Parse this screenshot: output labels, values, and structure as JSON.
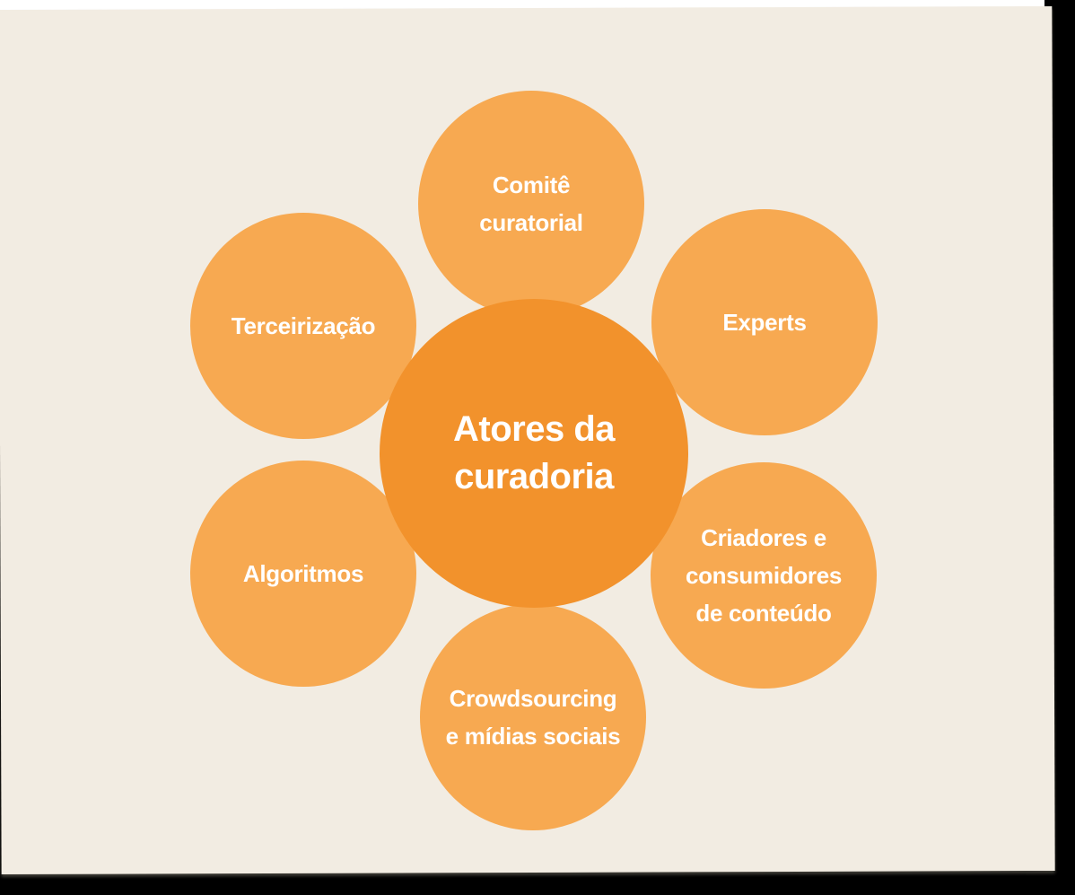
{
  "diagram": {
    "center": {
      "label": "Atores da\ncuradoria"
    },
    "satellites": [
      {
        "id": "comite",
        "label": "Comitê\ncuratorial"
      },
      {
        "id": "experts",
        "label": "Experts"
      },
      {
        "id": "criadores",
        "label": "Criadores e\nconsumidores\nde conteúdo"
      },
      {
        "id": "crowdsourcing",
        "label": "Crowdsourcing\ne mídias sociais"
      },
      {
        "id": "algoritmos",
        "label": "Algoritmos"
      },
      {
        "id": "terceirizacao",
        "label": "Terceirização"
      }
    ]
  },
  "colors": {
    "card_background": "#F2ECE2",
    "satellite_fill": "#F7A951",
    "center_fill": "#F2922C",
    "label_text": "#FFFFFF",
    "top_strip": "#FFFFFF",
    "outer_background": "#000000"
  }
}
